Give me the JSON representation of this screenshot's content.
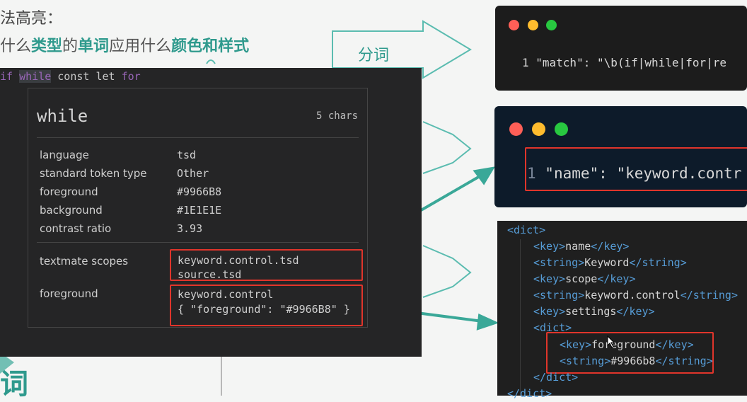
{
  "slide": {
    "title": "法高亮：",
    "subtitle_parts": [
      "什么",
      "类型",
      "的",
      "单词",
      "应用什么",
      "颜色和样式"
    ],
    "label_tokenize": "分词",
    "bottom_big": "词"
  },
  "editor": {
    "line_tokens": [
      "if ",
      "while",
      " const let ",
      "for"
    ],
    "inspect": {
      "token": "while",
      "chars": "5 chars",
      "rows": [
        {
          "label": "language",
          "value": "tsd"
        },
        {
          "label": "standard token type",
          "value": "Other"
        },
        {
          "label": "foreground",
          "value": "#9966B8"
        },
        {
          "label": "background",
          "value": "#1E1E1E"
        },
        {
          "label": "contrast ratio",
          "value": "3.93"
        }
      ],
      "scopes_label": "textmate scopes",
      "scopes_values": [
        "keyword.control.tsd",
        "source.tsd"
      ],
      "fg_label": "foreground",
      "fg_values": [
        "keyword.control",
        "{ \"foreground\": \"#9966B8\" }"
      ]
    }
  },
  "card1": {
    "line": "1 \"match\": \"\\b(if|while|for|re"
  },
  "card2": {
    "line_num": "1",
    "line": " \"name\": \"keyword.contr"
  },
  "xml": {
    "l1": "<dict>",
    "l2": [
      "<key>",
      "name",
      "</key>"
    ],
    "l3": [
      "<string>",
      "Keyword",
      "</string>"
    ],
    "l4": [
      "<key>",
      "scope",
      "</key>"
    ],
    "l5": [
      "<string>",
      "keyword.control",
      "</string>"
    ],
    "l6": [
      "<key>",
      "settings",
      "</key>"
    ],
    "l7": "<dict>",
    "l8": [
      "<key>",
      "foreground",
      "</key>"
    ],
    "l9": [
      "<string>",
      "#9966b8",
      "</string>"
    ],
    "l10": "</dict>",
    "l11": "</dict>"
  },
  "colors": {
    "accent_teal": "#2f9a8d",
    "highlight_red": "#e0352b",
    "keyword_purple": "#9966b8",
    "traffic": [
      "#fe5f57",
      "#febc2e",
      "#28c840"
    ]
  }
}
